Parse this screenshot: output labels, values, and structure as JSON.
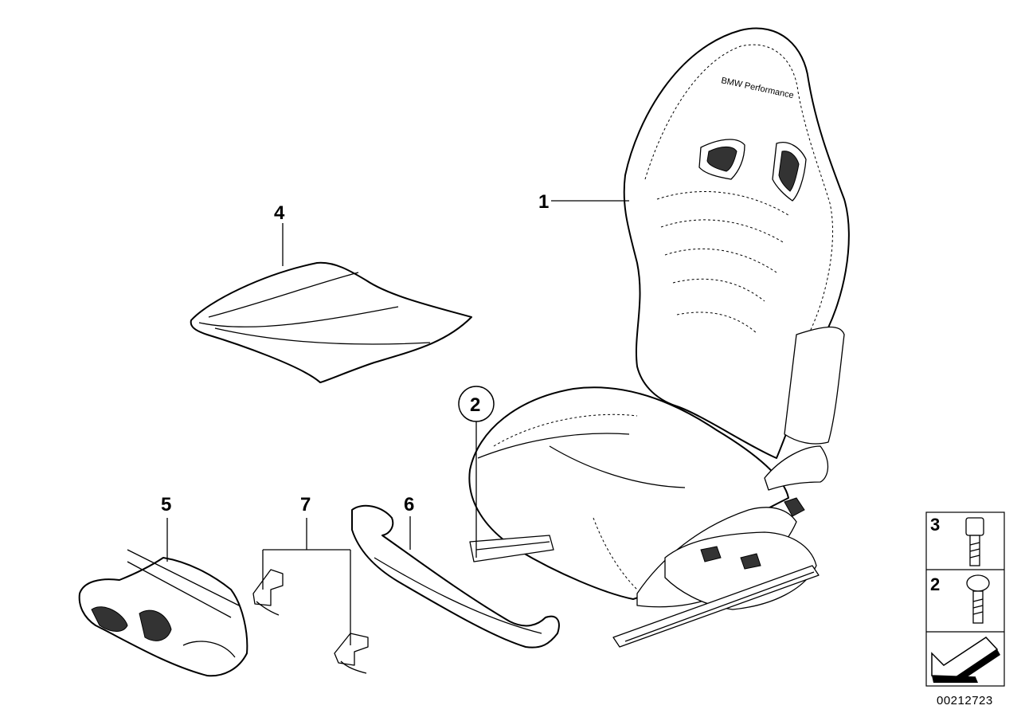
{
  "diagram": {
    "brand_text": "BMW Performance",
    "callouts": [
      {
        "id": "1",
        "label": "1"
      },
      {
        "id": "2",
        "label": "2"
      },
      {
        "id": "4",
        "label": "4"
      },
      {
        "id": "5",
        "label": "5"
      },
      {
        "id": "6",
        "label": "6"
      },
      {
        "id": "7",
        "label": "7"
      }
    ],
    "legend": [
      {
        "label": "3",
        "part": "socket-head-bolt"
      },
      {
        "label": "2",
        "part": "torx-bolt"
      }
    ],
    "reference_number": "00212723"
  }
}
